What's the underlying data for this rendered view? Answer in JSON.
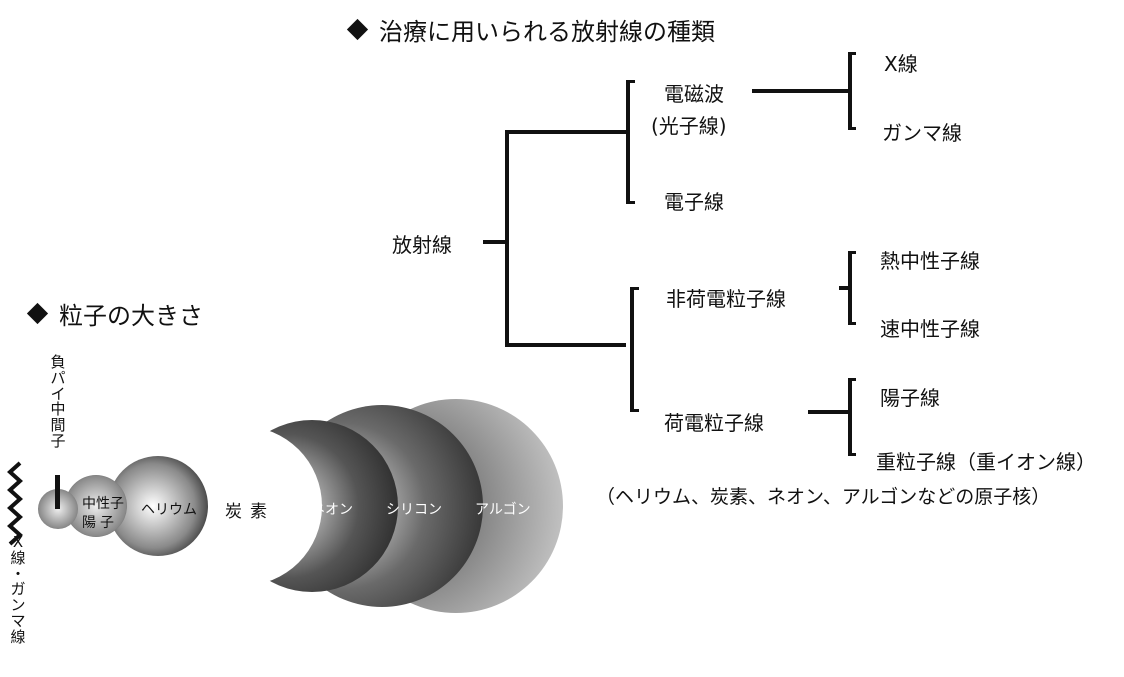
{
  "title_tree": "治療に用いられる放射線の種類",
  "title_particles": "粒子の大きさ",
  "tree": {
    "root": "放射線",
    "em_wave": "電磁波",
    "photon": "(光子線)",
    "electron": "電子線",
    "xray": "X線",
    "gamma": "ガンマ線",
    "non_charged": "非荷電粒子線",
    "thermal_neutron": "熱中性子線",
    "fast_neutron": "速中性子線",
    "charged": "荷電粒子線",
    "proton": "陽子線",
    "heavy_ion": "重粒子線（重イオン線）",
    "heavy_ion_note": "（ヘリウム、炭素、ネオン、アルゴンなどの原子核）"
  },
  "particles": {
    "pion_label": "負パイ中間子",
    "xgamma_label": "X線・ガンマ線",
    "neutron": "中性子",
    "proton": "陽子",
    "helium": "ヘリウム",
    "carbon": "炭素",
    "neon": "ネオン",
    "silicon": "シリコン",
    "argon": "アルゴン"
  },
  "colors": {
    "ink": "#111111",
    "sphere_dark": "#3a3a3a",
    "sphere_light": "#e0e0e0"
  }
}
